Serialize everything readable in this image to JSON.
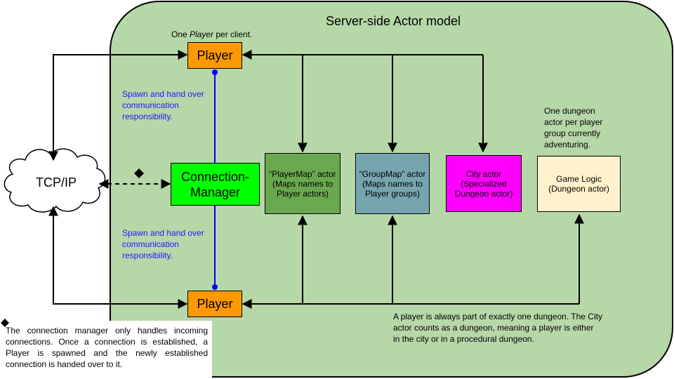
{
  "title": "Server-side Actor model",
  "player_note_prefix": "One ",
  "player_note_em": "Player",
  "player_note_suffix": " per client.",
  "player_top_label": "Player",
  "player_bottom_label": "Player",
  "tcpip_label": "TCP/IP",
  "conn_manager_label": "Connection-Manager",
  "spawn_top": "Spawn and hand over communication responsibility.",
  "spawn_bottom": "Spawn and hand over communication responsibility.",
  "playermap_label": "“PlayerMap” actor (Maps names to Player actors)",
  "groupmap_label": "“GroupMap” actor (Maps names to Player groups)",
  "city_label": "City actor (Specialized Dungeon actor)",
  "gamelogic_label": "Game Logic (Dungeon actor)",
  "dungeon_note": "One dungeon actor per player group currently adventuring.",
  "player_dungeon_note": "A player is always part of exactly one dungeon. The City actor counts as a dungeon, meaning a player is either in the city or in a procedural dungeon.",
  "footnote": "The connection manager only handles incoming connections. Once a connection is established, a Player is spawned and the newly established connection is handed over to it.",
  "colors": {
    "region": "#b6d7a8",
    "player": "#ff9900",
    "conn_manager": "#00ff00",
    "playermap": "#6aa84f",
    "groupmap": "#76a5af",
    "city": "#ff00ff",
    "gamelogic": "#fff2cc",
    "spawn_line": "#0000ff"
  }
}
